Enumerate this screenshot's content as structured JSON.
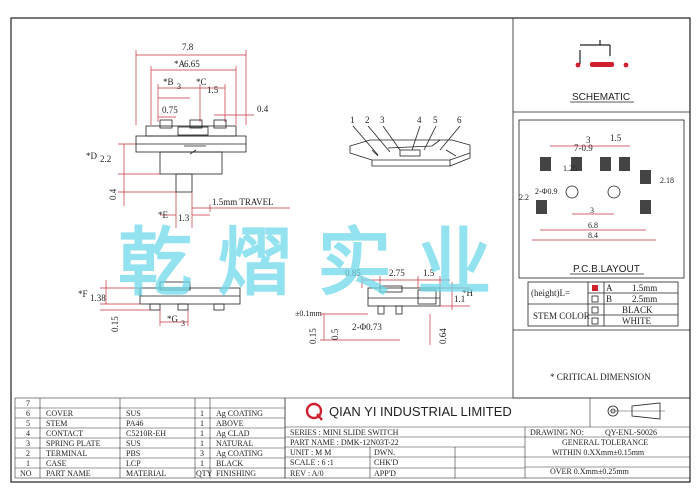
{
  "top_view": {
    "dim_overall": "7.8",
    "dim_a": "*A",
    "dim_a_val": "6.65",
    "dim_b": "*B",
    "dim_b_sub": "3",
    "dim_c": "*C",
    "dim_c_val": "1.5",
    "dim_075": "0.75",
    "dim_04r": "0.4",
    "dim_d": "*D",
    "dim_d_val": "2.2",
    "dim_04l": "0.4",
    "dim_e": "*E",
    "dim_e_val": "1.3",
    "travel": "1.5mm TRAVEL"
  },
  "iso_view": {
    "pins": [
      "1",
      "2",
      "3",
      "4",
      "5",
      "6"
    ]
  },
  "front_view": {
    "dim_f": "*F",
    "dim_f_val": "1.38",
    "dim_g": "*G",
    "dim_g_sub": "3",
    "dim_015": "0.15"
  },
  "side_view": {
    "dim_085": "0.85",
    "dim_275": "2.75",
    "dim_15": "1.5",
    "dim_h": "*H",
    "dim_h_val": "1.1",
    "dim_hole": "2-Φ0.73",
    "dim_small": "±0.1mm",
    "dim_015": "0.15",
    "dim_05": "0.5",
    "dim_064": "0.64"
  },
  "schematic": {
    "title": "SCHEMATIC"
  },
  "pcb": {
    "title": "P.C.B.LAYOUT",
    "d3": "3",
    "d15": "1.5",
    "d709": "7-0.9",
    "d125": "1.25",
    "d218": "2.18",
    "d22": "2.2",
    "d2phi": "2-Φ0.9",
    "d3b": "3",
    "d68": "6.8",
    "d84": "8.4"
  },
  "height_table": {
    "label": "(height)L=",
    "rows": [
      {
        "code": "A",
        "value": "1.5mm"
      },
      {
        "code": "B",
        "value": "2.5mm"
      }
    ]
  },
  "stem_color": {
    "label": "STEM COLOR",
    "options": [
      "BLACK",
      "WHITE"
    ]
  },
  "critical_note": "* CRITICAL  DIMENSION",
  "watermark": "乾 熠 实 业",
  "bom": {
    "header_no": "7",
    "rows": [
      {
        "no": "6",
        "part": "COVER",
        "material": "SUS",
        "qty": "1",
        "finishing": "Ag COATING"
      },
      {
        "no": "5",
        "part": "STEM",
        "material": "PA46",
        "qty": "1",
        "finishing": "ABOVE"
      },
      {
        "no": "4",
        "part": "CONTACT",
        "material": "C5210R-EH",
        "qty": "1",
        "finishing": "Ag  CLAD"
      },
      {
        "no": "3",
        "part": "SPRING PLATE",
        "material": "SUS",
        "qty": "1",
        "finishing": "NATURAL"
      },
      {
        "no": "2",
        "part": "TERMINAL",
        "material": "PBS",
        "qty": "3",
        "finishing": "Ag COATING"
      },
      {
        "no": "1",
        "part": "CASE",
        "material": "LCP",
        "qty": "1",
        "finishing": "BLACK"
      }
    ],
    "cols": {
      "no": "NO",
      "part": "PART NAME",
      "material": "MATERIAL",
      "qty": "QTY",
      "finishing": "FINISHING"
    }
  },
  "title_block": {
    "logo": "Q",
    "company": "QIAN  YI  INDUSTRIAL  LIMITED",
    "drawing_no_label": "DRAWING NO:",
    "drawing_no": "QY-ENL-S0026",
    "series": "SERIES : MINI SLIDE SWITCH",
    "part_name": "PART NAME : DMK-12N03T-22",
    "general_tol": "GENERAL  TOLERANCE",
    "unit": "UNIT : M M",
    "dwn": "DWN.",
    "scale": "SCALE : 6 :1",
    "chkd": "CHK'D",
    "rev": "REV    :  A/0",
    "appd": "APP'D",
    "tol1": "WITHIN  0.XXmm±0.15mm",
    "tol2": "OVER   0.Xmm±0.25mm"
  }
}
